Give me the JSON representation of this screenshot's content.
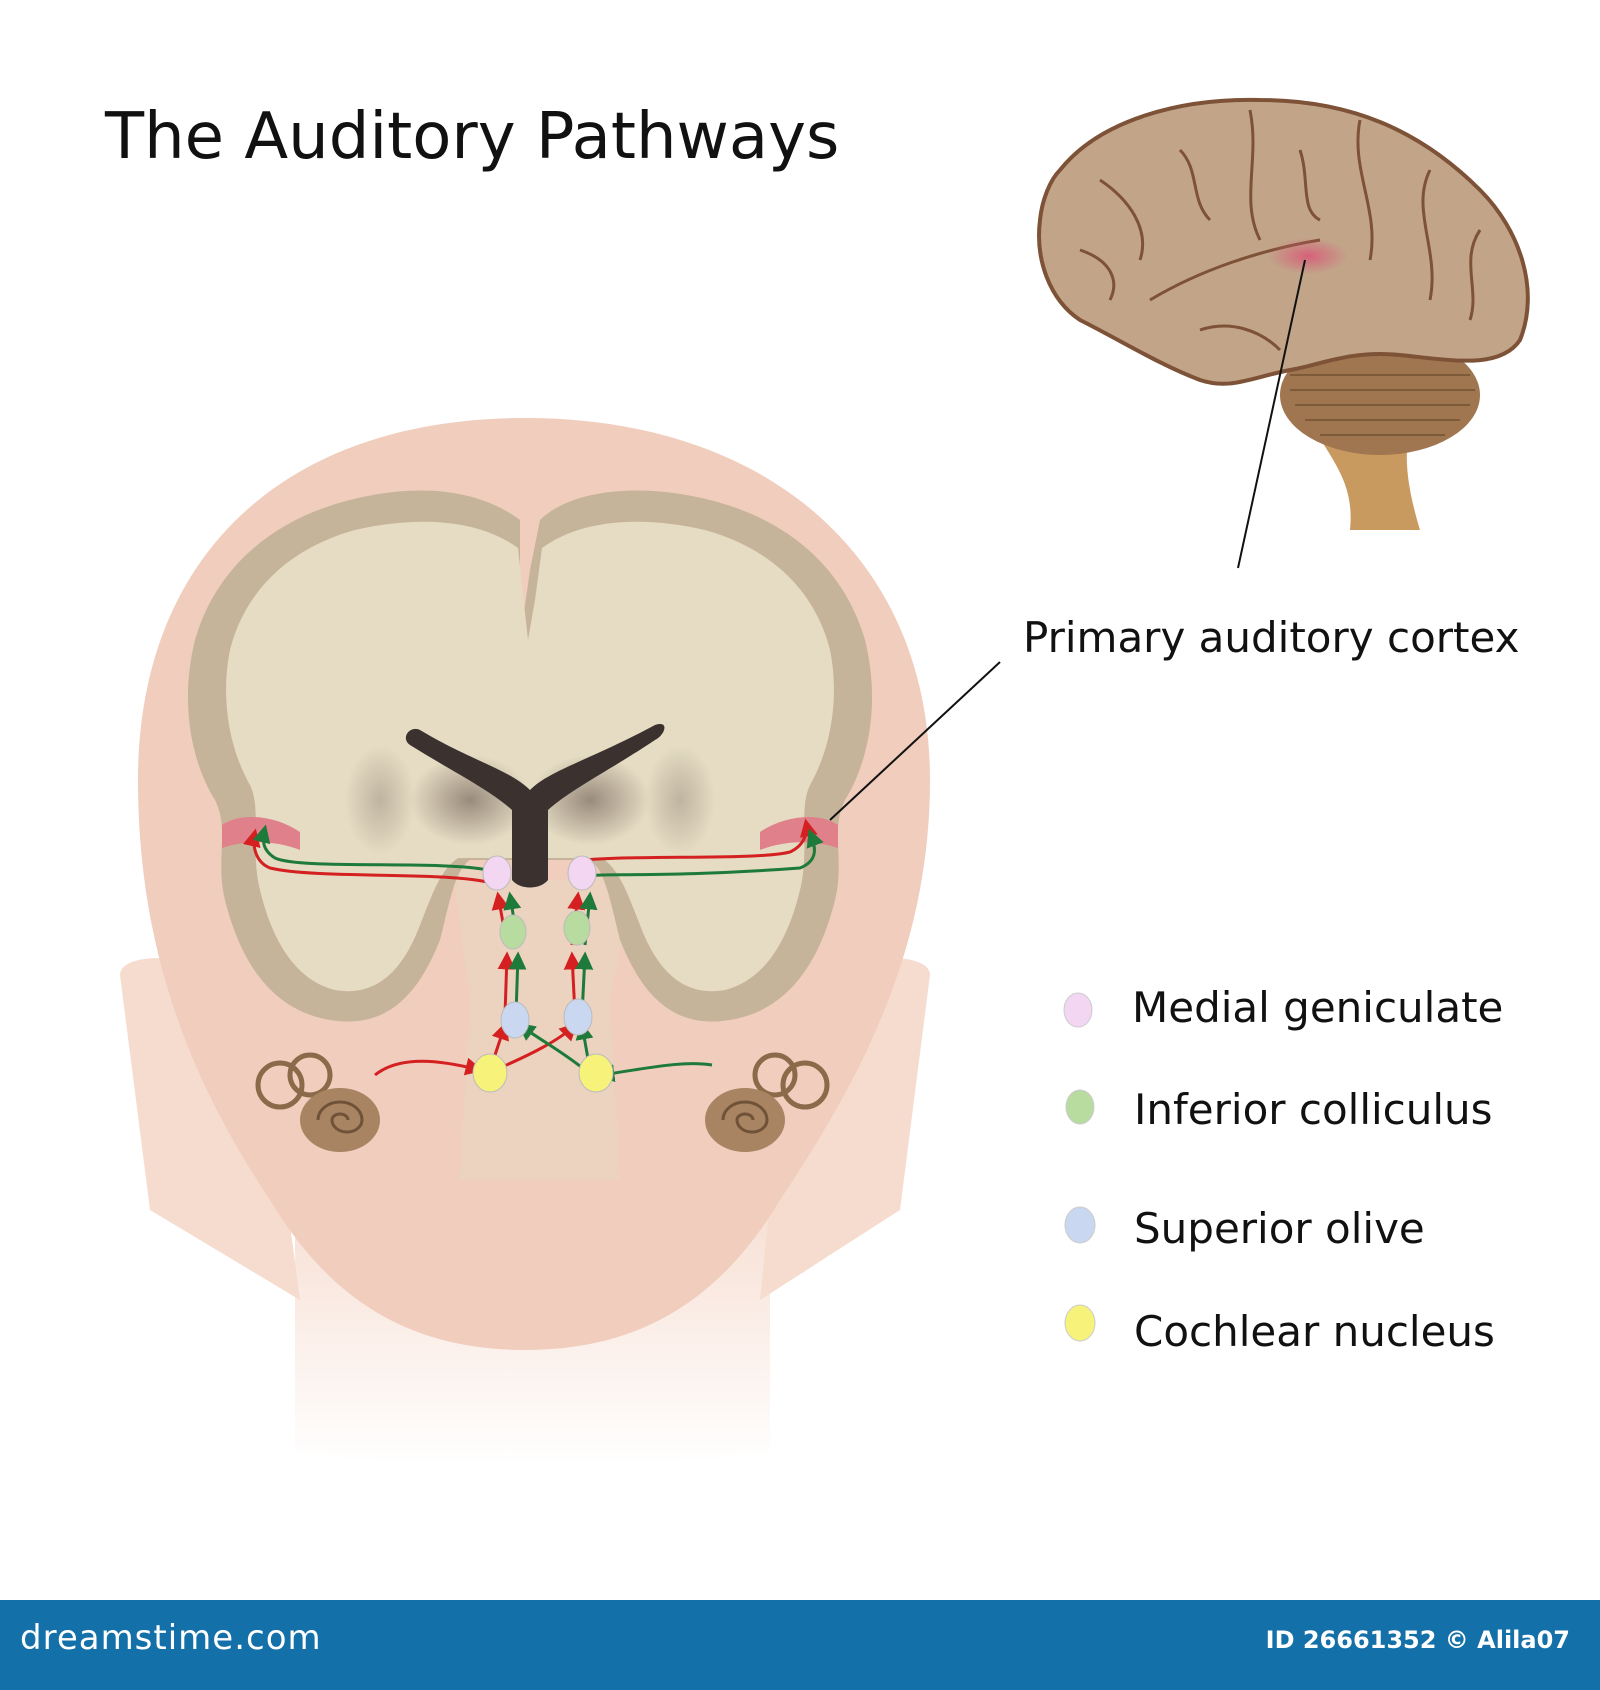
{
  "title": "The Auditory Pathways",
  "callout": {
    "label": "Primary auditory cortex"
  },
  "legend": [
    {
      "label": "Medial geniculate",
      "color": "#f2d6f2",
      "icon": "medial-geniculate-dot"
    },
    {
      "label": "Inferior colliculus",
      "color": "#b8dca0",
      "icon": "inferior-colliculus-dot"
    },
    {
      "label": "Superior olive",
      "color": "#c9d8f0",
      "icon": "superior-olive-dot"
    },
    {
      "label": "Cochlear nucleus",
      "color": "#f7f27a",
      "icon": "cochlear-nucleus-dot"
    }
  ],
  "colors": {
    "skin": "#f0cdbd",
    "cortex": "#c6b49a",
    "white_matter": "#e5dcc3",
    "auditory_area": "#e0808a",
    "pathway_red": "#d42020",
    "pathway_green": "#1d7a3a",
    "footer": "#1470a8"
  },
  "footer": {
    "site": "dreamstime.com",
    "id_text": "ID 26661352 © Alila07"
  }
}
